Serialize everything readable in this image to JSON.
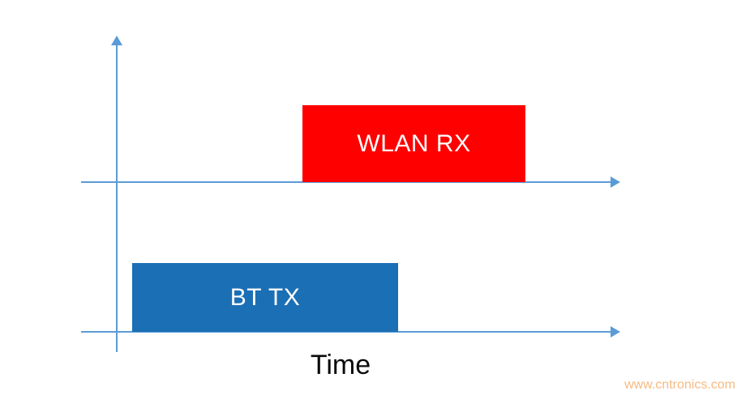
{
  "diagram": {
    "type": "timing-diagram",
    "blocks": [
      {
        "label": "WLAN RX",
        "color": "#FE0000",
        "row": "upper-axis"
      },
      {
        "label": "BT TX",
        "color": "#1B6FB5",
        "row": "lower-axis"
      }
    ],
    "axes": {
      "x_label": "Time",
      "axis_color": "#5B9BD5",
      "upper_axis": "horizontal timeline for WLAN RX",
      "lower_axis": "horizontal timeline for BT TX"
    }
  },
  "watermark": {
    "text": "www.cntronics.com",
    "color": "#F6AE6B"
  }
}
